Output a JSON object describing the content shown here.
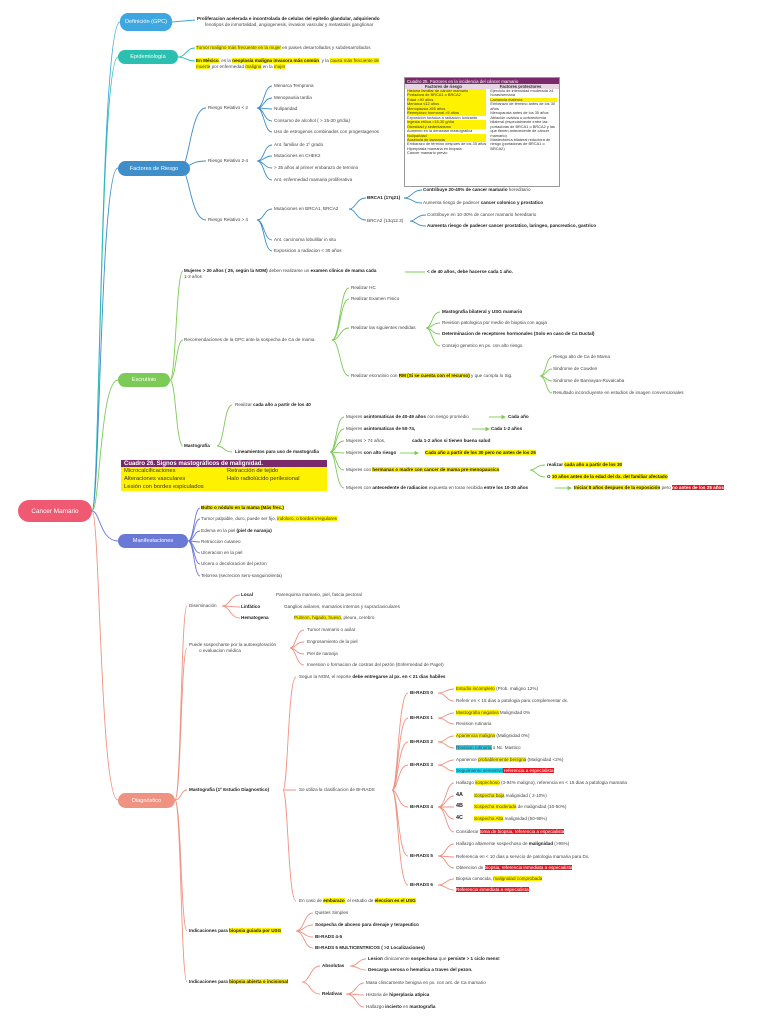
{
  "root": "Cancer Mamario",
  "colors": {
    "definicion": "#3ea7e0",
    "epidemiologia": "#2bbfb0",
    "factores": "#3d8ec9",
    "escrutinio": "#7ccb56",
    "manifestaciones": "#6b79d6",
    "diagnostico": "#ef9282",
    "root": "#ef5a72",
    "highlight": "#fff200",
    "alert": "#e8141f",
    "cyan": "#22d3ee"
  },
  "definicion": {
    "label": "Definición (GPC)",
    "line1": "Proliferacion acelerada e incontrolada de celulas del epitelio glandular, adquiriendo",
    "line2": "fenotipos de inmortalidad, angiogenesis, invasion vascular y metastasis ganglionar"
  },
  "epidemiologia": {
    "label": "Epidemiología",
    "l1a": "Tumor maligno más frecuente en la mujer",
    "l1b": " en paises desarrollados y subdesarrollados",
    "l2a": "En México",
    "l2b": ", es la ",
    "l2c": "neoplasia maligna invasora más común",
    "l2d": ", y la ",
    "l2e": "causa más frecuente de",
    "l3a": "muerte",
    "l3b": " por enfermedad ",
    "l3c": "maligna",
    "l3d": " en la ",
    "l3e": "mujer"
  },
  "factores": {
    "label": "Factores de Riesgo",
    "rr2": "Riesgo Relativo < 2",
    "rr2_items": [
      "Menarca Temprana",
      "Menopausia tardia",
      "Nuliparidad",
      "Consumo de alcohol ( > 15-30 gr/dia)",
      "Uso de estrogenos combinados con progestagenos"
    ],
    "rr24": "Riesgo Relativo 2-4",
    "rr24_items": [
      "Ant. familiar de 1º grado",
      "Mutaciones en CHEK2",
      "> 35 años al primer embarazo de termino",
      "Ant. enfermedad mamaria proliferativa"
    ],
    "rr4": "Riesgo Relativo > 4",
    "rr4_mut": "Mutaciones en BRCA1, BRCA2",
    "brca1": "BRCA1 (17q21)",
    "brca1_a1": "Contribuye 20-40% de ",
    "brca1_a2": "cancer mamario",
    "brca1_a3": " hereditario",
    "brca1_b1": "Aumenta riesgo de padecer ",
    "brca1_b2": "cancer colonico y prostatico",
    "brca2": "BRCA2 (13q12.3)",
    "brca2_a": "Contribuye en 10-30% de cancer mamario hereditario",
    "brca2_b1": "Aumenta riesgo de padecer ",
    "brca2_b2": "cancer prostatico, laringeo, pancreatico, gastrico",
    "rr4_items": [
      "Ant. carcinoma lobulillar in situ",
      "Exposicion a radiacion < 30 años"
    ]
  },
  "cuadro25": {
    "title": "Cuadro 25. Factores en la incidencia del cáncer mamario",
    "h_riesgo": "Factores de riesgo",
    "h_prot": "Factores protectores",
    "riesgo": [
      "Historia familiar de cáncer mamario",
      "Portadora de BRCA1 o BRCA2",
      "Edad >40 años",
      "Menarca ≤12 años",
      "Menopausia ≥55 años",
      "Reemplazo hormonal >5 años",
      "Exposición torácica a radiación ionizante",
      "Ingesta etílica >15-30 g/día",
      "Obesidad y sedentarismo",
      "Aumento en la densidad mastográfica",
      "Nuliparidad",
      "Ausencia de lactancia",
      "Embarazo de término después de los 35 años",
      "Hiperplasia mamaria en biopsia",
      "Cáncer mamario previo"
    ],
    "protectores": [
      "Ejercicio de intensidad moderada ≥4 horas/semana",
      "Lactancia materna",
      "Embarazo de término antes de los 30 años",
      "Menopausia antes de los 35 años",
      "Ablación ovárica u ooforectomía bilateral (especialmente entre las portadoras de BRCA1 o BRCA2 y las que tienen antecedente de cáncer mamario)",
      "Mastectomía bilateral reductora de riesgo (portadoras de BRCA1 o BRCA2)"
    ]
  },
  "escrutinio": {
    "label": "Escrutinio",
    "m1a": "Mujeres > 20 años ( 25, según la NOM)",
    "m1b": " deben realizarse un ",
    "m1c": "examen clinico de mama cada",
    "m1d": "1-3 años",
    "m1e": "< de 40 años, debe hacerse cada 1 año.",
    "rec": "Recomendaciones de la GPC ante la sospecha de Ca de mama",
    "hc": "Realizar HC",
    "ef": "Realizar Examen Fisico",
    "med": "Realizar las siguientes medidas",
    "med_items": [
      "Mastografia bilateral y USG mamario",
      "Revision patologica por medio de biopsia con aguja",
      "Determinacion de receptores hormonales (Solo en caso de Ca Ductal)",
      "Consejo genetico en px. con alto riesgo"
    ],
    "rm1": "Realizar escrutinio con ",
    "rm2": "RM (Si se cuenta con el recurso)",
    "rm3": " y que cumpla lo Sig.",
    "rm_items": [
      "Riesgo alto de Ca de Mama",
      "Sindrome de Cowden",
      "Sindrome de Bannayan-Ruvalcaba",
      "Resultado inconcluyente en estudios de imagen convencionales"
    ],
    "mastografia": "Mastografía",
    "mas1": "Realizar ",
    "mas2": "cada año a partir de los 40",
    "lineamientos": "Lineamientos para uso de mastografia",
    "l1a": "Mujeres ",
    "l1b": "asintomaticas de 40-49 años",
    "l1c": " con riesgo promedio",
    "l1d": "Cada año",
    "l2a": "Mujeres ",
    "l2b": "asintomaticas de 50-74,",
    "l2c": "Cada 1-2 años",
    "l3a": "Mujeres > 74 años,",
    "l3b": "cada 1-2 años si tienen buena salud",
    "l4a": "Mujeres ",
    "l4b": "con alto riesgo",
    "l4c": "Cada año a partir de los 30 pero no antes de los 25",
    "l5a": "Mujeres con ",
    "l5b": "hermanas o madre con cancer de mama pre-menopausico",
    "l5c": "realizar ",
    "l5d": "cada año a partir de los 30",
    "l5e": "O ",
    "l5f": "10 años antes de la edad del dx. del familiar afectado",
    "l6a": "Mujeres con ",
    "l6b": "antecedente de radiacion",
    "l6c": " expuesta en torax recibida ",
    "l6d": "entre los 10-30 años",
    "l6e": "Iniciar 8 años despues de la exposición",
    "l6f": " pero ",
    "l6g": "no antes de los 25 años"
  },
  "cuadro26": {
    "title": "Cuadro 26. Signos mastográficos de malignidad.",
    "rows": [
      [
        "Microcalcificaciones",
        "Retracción de tejido"
      ],
      [
        "Alteraciones vasculares",
        "Halo radiolúcido perilesional"
      ],
      [
        "Lesión con bordes espiculados",
        ""
      ]
    ]
  },
  "manifestaciones": {
    "label": "Manifestaciones",
    "i1a": "Bulto o nódulo en la mama (Más frec.)",
    "i2a": "Tumor palpable, duro, puede ser fijo, ",
    "i2b": "indoloro, o bordes irregulares",
    "i3a": "Edema en la piel ",
    "i3b": "(piel de naranja)",
    "i4": "Retraccion cutaneo",
    "i5": "Ulceracion en la piel",
    "i6": "Ulcera o decoloracion del pezon",
    "i7": "Telorrea (secrecion sero-sanguinolenta)"
  },
  "diagnostico": {
    "label": "Diagnóstico",
    "dis": "Diseminación",
    "local": "Local",
    "local_t": "Parenquima mamario, piel, fascia pectoral",
    "linf": "Linfático",
    "linf_t": "Ganglios axilares, mamarios internos y supraclaviculares",
    "hem": "Hematogena",
    "hem_t1": "Pulmon, higado, hueso",
    "hem_t2": ", pleura, cerebro",
    "sosp": "Puede sospecharse por la autoexploración",
    "sosp2": "o evaluacion médica",
    "sosp_items": [
      "Tumor mamario o axilar",
      "Engrosamiento de la piel",
      "Piel de naranja",
      "Inversion o formacion de costras del pezón (Enfermedad de Paget)"
    ],
    "masto": "Mastografia (1º Estudio Diagnostico)",
    "nom1": "Segun la NOM, el reporte ",
    "nom2": "debe entregarse al px. en < 21 dias habiles",
    "clas": "Se utiliza la clasificacion de BI-RADS",
    "b0": "BI-RADS 0",
    "b0_1": "Estudio incompleto",
    "b0_1b": " (Prob. maligno 12%)",
    "b0_2": "Referir en < 15 dias a patologia para complementar dx.",
    "b1": "BI-RADS 1",
    "b1_1": "Mastografia negativa",
    "b1_1b": " Malignidad 0%",
    "b1_2": "Revision rutinaria",
    "b2": "BI-RADS 2",
    "b2_1": "Apariencia maligna",
    "b2_1b": " (Malignidad 0%)",
    "b2_2": "Revision rutinaria",
    "b2_2b": " o Nc. Mastico",
    "b3": "BI-RADS 3",
    "b3_1": "Aparience ",
    "b3_1b": "probablemente benigna",
    "b3_1c": " (Malignidad  <2%)",
    "b3_2": "Seguimiento semestral",
    "b3_2b": " referencia a especialista",
    "b4": "BI-RADS 4",
    "b4_1": "Hallazgo ",
    "b4_1b": "sospechoso",
    "b4_1c": " (3-94% maligno), referencia en < 15 dias a patologia mamaria",
    "b4a": "4A",
    "b4a_t": "Sospecha baja",
    "b4a_c": " malignidad ( 2-10%)",
    "b4b": "4B",
    "b4b_t": "Sospecha moderada",
    "b4b_c": " de malignidad (10-50%)",
    "b4c": "4C",
    "b4c_t": "Sospecha Alta",
    "b4c_c": " malignidad (50-95%)",
    "b4_2": "Considerar ",
    "b4_2b": "toma de biopsia, referencia a especialista",
    "b5": "BI-RADS 5",
    "b5_1": "Hallazgo altamente sospechoso de ",
    "b5_1b": "malignidad",
    "b5_1c": " (>95%)",
    "b5_2": "Referencia en < 10 dias a servicio de patologia mamaria para Dx.",
    "b5_3": "Obtencion de ",
    "b5_3b": "biopsia, referencia inmediata a especialista",
    "b6": "BI-RADS 6",
    "b6_1": "Biopsia conocida, ",
    "b6_1b": "malignidad comprobada",
    "b6_2": "Referencia inmediata a especialista",
    "emb1": "En caso de ",
    "emb2": "embarazo",
    "emb3": ", el estudio de ",
    "emb4": "eleccion es el USG",
    "guiada": "Indicaciones para ",
    "guiada2": "biopsia guiada por USG",
    "guiada_items": [
      "Quistes Simples",
      "Sospecha de abceso para drenaje y terapeutico",
      "BI-RADS 4-5",
      "BI-RADS 5 MULTICENTRICOS ( >2 Localizaciones)"
    ],
    "abierta": "Indicaciones para ",
    "abierta2": "biopsia abierta o incisional",
    "absolutas": "Absolutas",
    "abs1a": "Lesion ",
    "abs1b": "clinicamente ",
    "abs1c": "sospechosa",
    "abs1d": " que ",
    "abs1e": "persiste > 1 ciclo mens!",
    "abs2": "Descarga serosa o hematica a traves del pezon.",
    "relativas": "Relativas",
    "rel1": "Masa clinicamente benigna en px. con ant. de Ca mamario",
    "rel2a": "Historia de ",
    "rel2b": "hiperplasia atipica",
    "rel3a": "Hallazgo ",
    "rel3b": "incierto",
    "rel3c": " en ",
    "rel3d": "mastografia"
  }
}
